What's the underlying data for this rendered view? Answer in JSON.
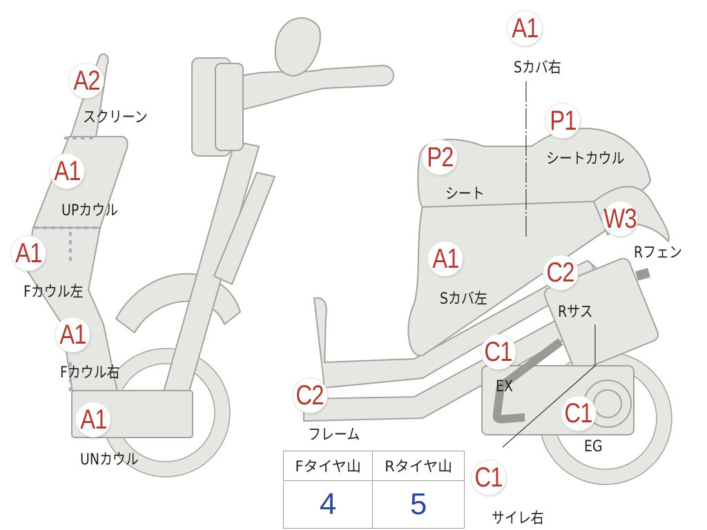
{
  "markers": [
    {
      "id": "screen",
      "code": "A2",
      "label": "スクリーン"
    },
    {
      "id": "up-cowl",
      "code": "A1",
      "label": "UPカウル"
    },
    {
      "id": "f-cowl-left",
      "code": "A1",
      "label": "Fカウル左"
    },
    {
      "id": "f-cowl-right",
      "code": "A1",
      "label": "Fカウル右"
    },
    {
      "id": "un-cowl",
      "code": "A1",
      "label": "UNカウル"
    },
    {
      "id": "frame",
      "code": "C2",
      "label": "フレーム"
    },
    {
      "id": "s-cover-left",
      "code": "A1",
      "label": "Sカバ左"
    },
    {
      "id": "seat",
      "code": "P2",
      "label": "シート"
    },
    {
      "id": "s-cover-right",
      "code": "A1",
      "label": "Sカバ右"
    },
    {
      "id": "seat-cowl",
      "code": "P1",
      "label": "シートカウル"
    },
    {
      "id": "r-fender",
      "code": "W3",
      "label": "Rフェン"
    },
    {
      "id": "r-suspension",
      "code": "C2",
      "label": "Rサス"
    },
    {
      "id": "exhaust",
      "code": "C1",
      "label": "EX"
    },
    {
      "id": "engine",
      "code": "C1",
      "label": "EG"
    },
    {
      "id": "silencer-right",
      "code": "C1",
      "label": "サイレ右"
    }
  ],
  "tire_table": {
    "headers": [
      "Fタイヤ山",
      "Rタイヤ山"
    ],
    "values": [
      "4",
      "5"
    ]
  },
  "colors": {
    "part_fill": "#e6e6e2",
    "part_stroke": "#a3a39d",
    "code_text": "#b23a33",
    "table_value": "#2b4a9c"
  }
}
